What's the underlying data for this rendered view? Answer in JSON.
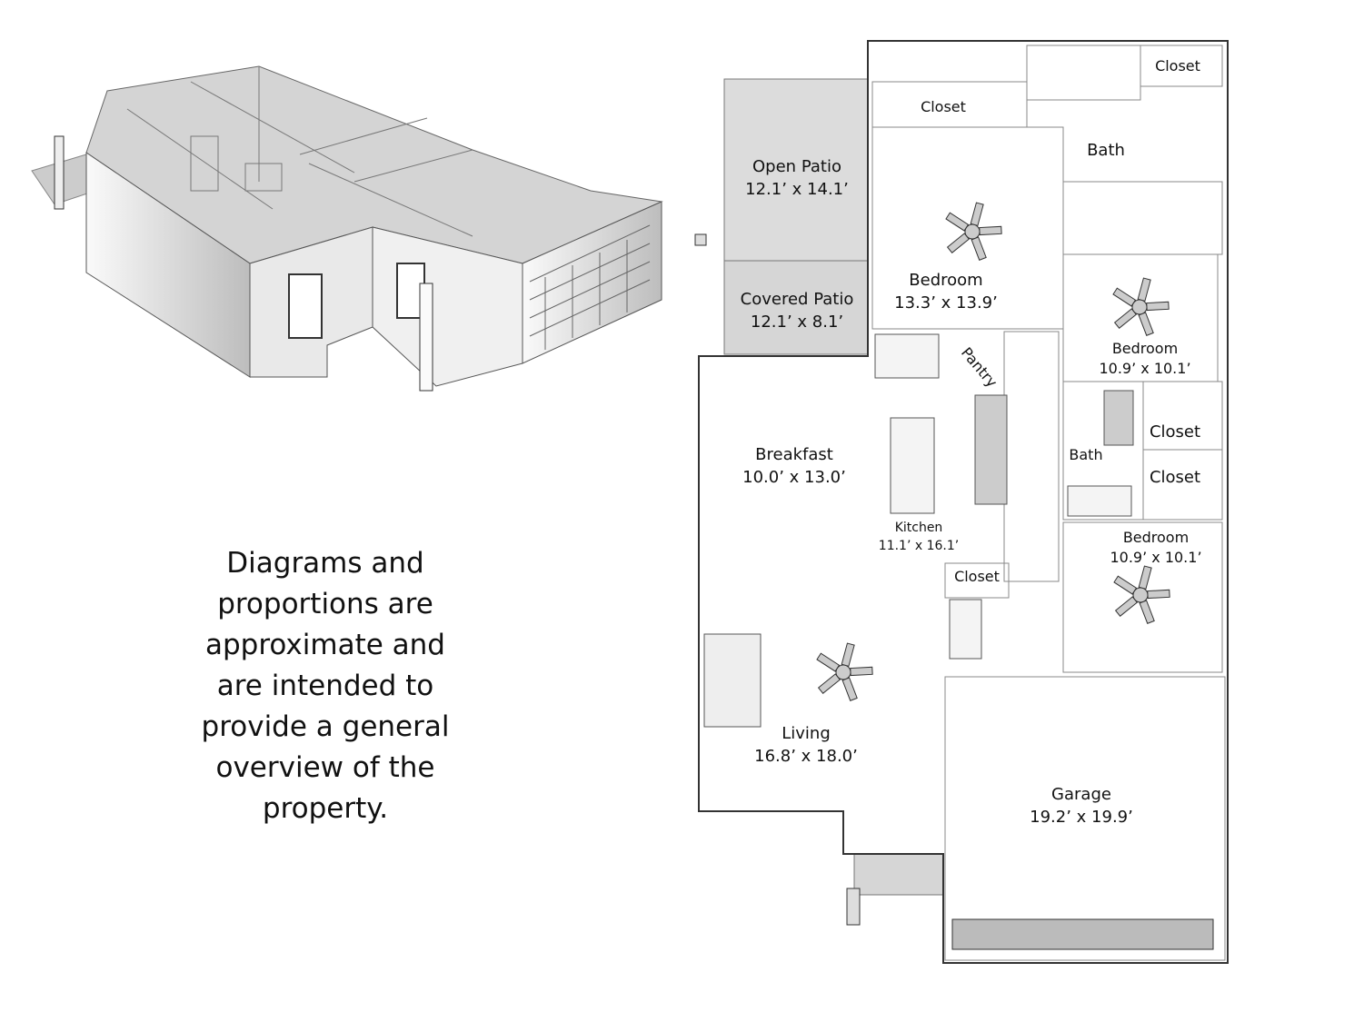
{
  "disclaimer": {
    "lines": [
      "Diagrams and",
      "proportions are",
      "approximate and",
      "are intended to",
      "provide a general",
      "overview of the",
      "property."
    ]
  },
  "rooms": {
    "closet_top_left": {
      "name": "Closet"
    },
    "closet_top_right": {
      "name": "Closet"
    },
    "master_bath": {
      "name": "Bath"
    },
    "open_patio": {
      "name": "Open Patio",
      "size": "12.1’ x 14.1’"
    },
    "covered_patio": {
      "name": "Covered Patio",
      "size": "12.1’ x 8.1’"
    },
    "master_bedroom": {
      "name": "Bedroom",
      "size": "13.3’ x 13.9’"
    },
    "bedroom_2": {
      "name": "Bedroom",
      "size": "10.9’ x 10.1’"
    },
    "pantry": {
      "name": "Pantry"
    },
    "breakfast": {
      "name": "Breakfast",
      "size": "10.0’ x 13.0’"
    },
    "closet_mid_1": {
      "name": "Closet"
    },
    "closet_mid_2": {
      "name": "Closet"
    },
    "bath_2": {
      "name": "Bath"
    },
    "kitchen": {
      "name": "Kitchen",
      "size": "11.1’ x 16.1’"
    },
    "bedroom_3": {
      "name": "Bedroom",
      "size": "10.9’ x 10.1’"
    },
    "hall_closet": {
      "name": "Closet"
    },
    "living": {
      "name": "Living",
      "size": "16.8’ x 18.0’"
    },
    "garage": {
      "name": "Garage",
      "size": "19.2’ x 19.9’"
    }
  },
  "colors": {
    "wall": "#333333",
    "floor": "#e6e6e6",
    "patio": "#d9d9d9"
  }
}
